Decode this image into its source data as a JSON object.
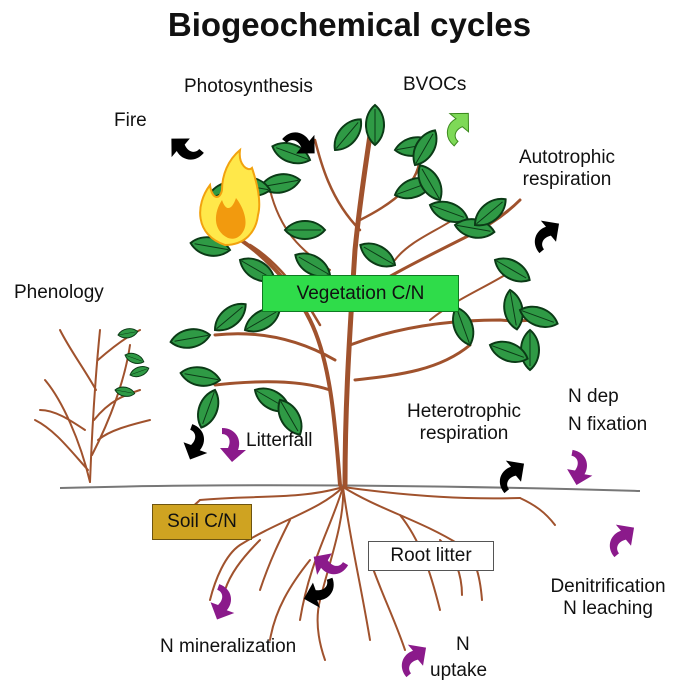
{
  "title": "Biogeochemical cycles",
  "labels": {
    "photosynthesis": "Photosynthesis",
    "bvocs": "BVOCs",
    "fire": "Fire",
    "autotrophic_1": "Autotrophic",
    "autotrophic_2": "respiration",
    "phenology": "Phenology",
    "vegetation": "Vegetation C/N",
    "litterfall": "Litterfall",
    "heterotrophic_1": "Heterotrophic",
    "heterotrophic_2": "respiration",
    "ndep": "N dep",
    "nfix": "N fixation",
    "soil": "Soil C/N",
    "root_litter": "Root litter",
    "denitrification": "Denitrification",
    "leaching": "N leaching",
    "mineralization": "N mineralization",
    "n_uptake_1": "N",
    "n_uptake_2": "uptake"
  },
  "colors": {
    "trunk": "#a0522d",
    "leaf": "#2f9a45",
    "leaf_edge": "#0b3a16",
    "ground": "#777777",
    "arrow_black": "#000000",
    "arrow_purple": "#8b1a8b",
    "arrow_green": "#7ed957",
    "vegetation_box": "#2fdc4a",
    "soil_box": "#cfa321",
    "flame_outer": "#ffe84a",
    "flame_inner": "#f29a0e"
  }
}
